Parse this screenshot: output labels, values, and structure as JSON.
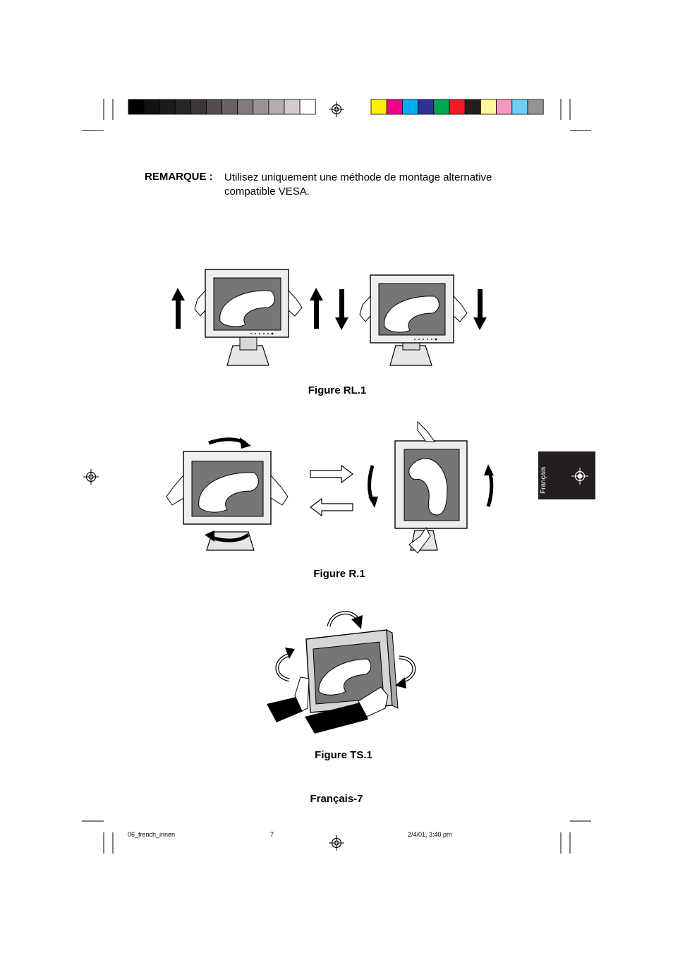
{
  "note": {
    "label": "REMARQUE :",
    "text": "Utilisez uniquement une méthode de montage alternative compatible VESA."
  },
  "figures": {
    "rl": "Figure RL.1",
    "r": "Figure R.1",
    "ts": "Figure TS.1"
  },
  "page_number": "Français-7",
  "side_tab": "Français",
  "print_slug": {
    "file": "06_french_innen",
    "page": "7",
    "date": "2/4/01, 3:40 pm"
  },
  "colors": {
    "gray_bar": [
      "#000000",
      "#131111",
      "#1e1a1b",
      "#2a2526",
      "#3b3536",
      "#544c4d",
      "#6b6163",
      "#847a7c",
      "#9d9395",
      "#b6acae",
      "#d3cbcc",
      "#ffffff"
    ],
    "color_bar": [
      "#fff200",
      "#ec008c",
      "#00aeef",
      "#2e3192",
      "#00a651",
      "#ed1c24",
      "#231f20",
      "#fff799",
      "#f49ac2",
      "#6dcff6",
      "#939598"
    ],
    "screen_gray": "#767676",
    "tab_bg": "#231f20"
  }
}
